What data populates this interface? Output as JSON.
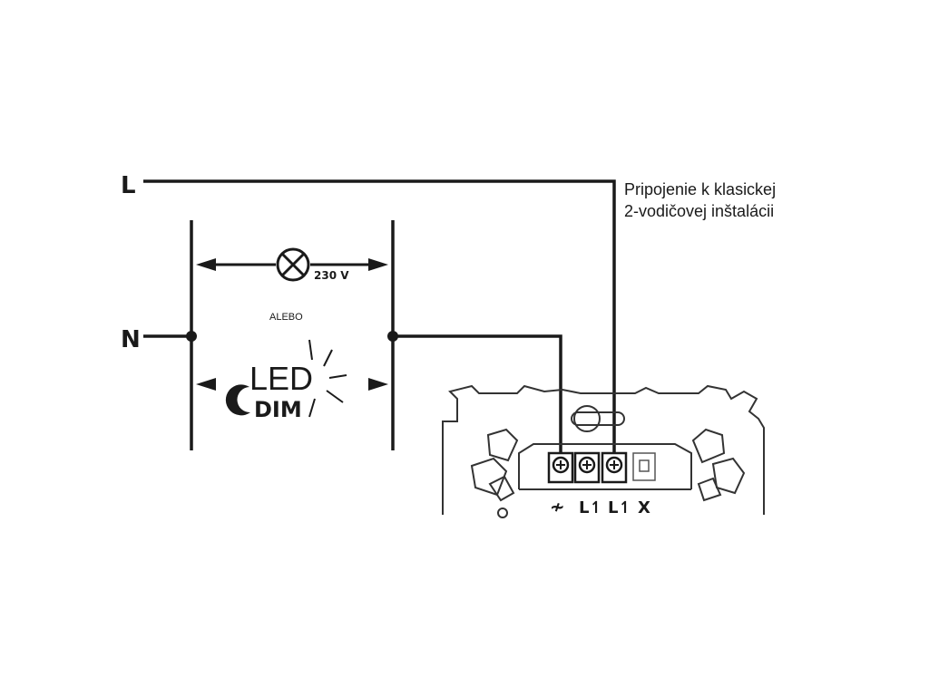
{
  "labels": {
    "line_l": "L",
    "line_n": "N",
    "voltage": "230 V",
    "alebo": "ALEBO",
    "led": "LED",
    "dim": "DIM",
    "caption_line1": "Pripojenie k klasickej",
    "caption_line2": "2-vodičovej inštalácii"
  },
  "terminals": {
    "t1": "≁",
    "t2": "L↿",
    "t3": "L↿",
    "t4": "X"
  },
  "colors": {
    "line": "#1a1a1a",
    "outline": "#333333",
    "background": "#ffffff"
  },
  "icons": [
    "lamp-icon",
    "led-dim-icon",
    "screw-terminal-icon",
    "dimmer-module-outline"
  ]
}
